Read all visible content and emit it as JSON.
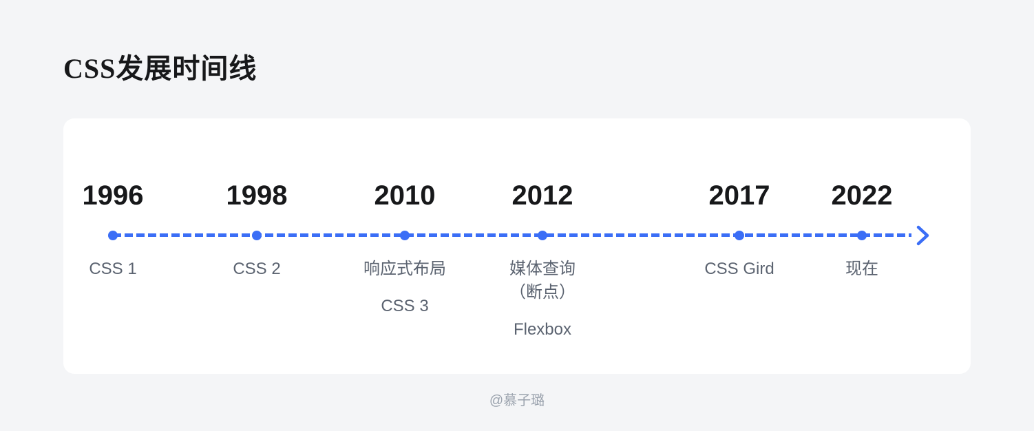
{
  "theme": {
    "colors": {
      "bg": "#f4f5f7",
      "card": "#ffffff",
      "accent": "#3b6ef6",
      "year": "#17181a",
      "label": "#5b6370",
      "watermark": "#9aa2ad"
    }
  },
  "header": {
    "title": "CSS发展时间线"
  },
  "timeline": {
    "direction": "left-to-right",
    "milestones": [
      {
        "year": "1996",
        "labels": [
          [
            "CSS 1"
          ]
        ]
      },
      {
        "year": "1998",
        "labels": [
          [
            "CSS 2"
          ]
        ]
      },
      {
        "year": "2010",
        "labels": [
          [
            "响应式布局"
          ],
          [
            "CSS 3"
          ]
        ]
      },
      {
        "year": "2012",
        "labels": [
          [
            "媒体查询",
            "（断点）"
          ],
          [
            "Flexbox"
          ]
        ]
      },
      {
        "year": "2017",
        "labels": [
          [
            "CSS Gird"
          ]
        ]
      },
      {
        "year": "2022",
        "labels": [
          [
            "现在"
          ]
        ]
      }
    ]
  },
  "footer": {
    "watermark": "@慕子璐"
  }
}
